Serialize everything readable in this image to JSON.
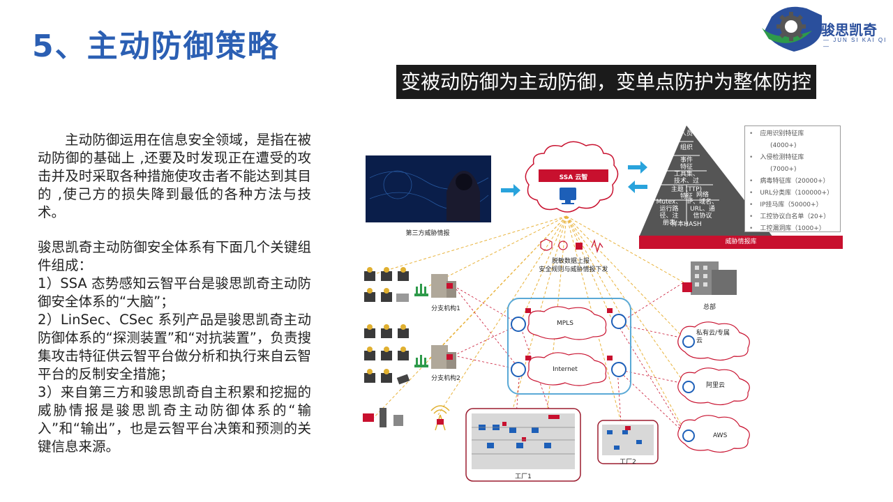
{
  "page": {
    "title": "5、主动防御策略",
    "banner": "变被动防御为主动防御，变单点防护为整体防控"
  },
  "logo": {
    "name": "骏思凯奇",
    "subtitle": "— JUN SI KAI QI —"
  },
  "colors": {
    "title": "#2b5fb3",
    "banner_bg": "#1b1b1b",
    "accent_red": "#c8102e",
    "arrow_blue": "#29a3dc",
    "network_box": "#5aa9d6"
  },
  "body_text": {
    "para1": "主动防御运用在信息安全领域，是指在被动防御的基础上 ,还要及时发现正在遭受的攻击并及时采取各种措施使攻击者不能达到其目的 ,使己方的损失降到最低的各种方法与技术。",
    "intro": "骏思凯奇主动防御安全体系有下面几个关键组件组成：",
    "item1": "1）SSA 态势感知云智平台是骏思凯奇主动防御安全体系的“大脑”；",
    "item2": "2）LinSec、CSec 系列产品是骏思凯奇主动防御体系的“探测装置”和“对抗装置”，负责搜集攻击特征供云智平台做分析和执行来自云智平台的反制安全措施；",
    "item3": "3）来自第三方和骏思凯奇自主积累和挖掘的威胁情报是骏思凯奇主动防御体系的“输入”和“输出”，也是云智平台决策和预测的关键信息来源。"
  },
  "diagram": {
    "third_party_label": "第三方威胁情报",
    "cloud_label": "SSA 云智",
    "pyramid": {
      "levels": [
        "人员",
        "组织",
        "事件\n特征",
        "工具集、\n技术、过",
        "主题 (TTP)\n特征",
        "Mutex、\n运行路\n径、注\n册表",
        "网络\nIP、域名、\nURL、通\n信协议",
        "样本HASH"
      ]
    },
    "features": {
      "items": [
        {
          "label": "应用识别特征库",
          "value": "(4000+)"
        },
        {
          "label": "入侵检测特征库",
          "value": "(7000+)"
        },
        {
          "label": "病毒特征库（20000+）"
        },
        {
          "label": "URL分类库（100000+）"
        },
        {
          "label": "IP挂马库（50000+）"
        },
        {
          "label": "工控协议白名单（20+）"
        },
        {
          "label": "工控漏洞库（1000+）"
        }
      ],
      "library_bar": "威胁情报库"
    },
    "data_flow_label1": "脱敏数据上报",
    "data_flow_label2": "安全规则与威胁情报下发",
    "nodes": {
      "branch1": "分支机构1",
      "branch2": "分支机构2",
      "hq": "总部",
      "mpls": "MPLS",
      "internet": "Internet",
      "private_cloud": "私有云/专属云",
      "aliyun": "阿里云",
      "aws": "AWS",
      "factory1": "工厂1",
      "factory2": "工厂2"
    }
  }
}
